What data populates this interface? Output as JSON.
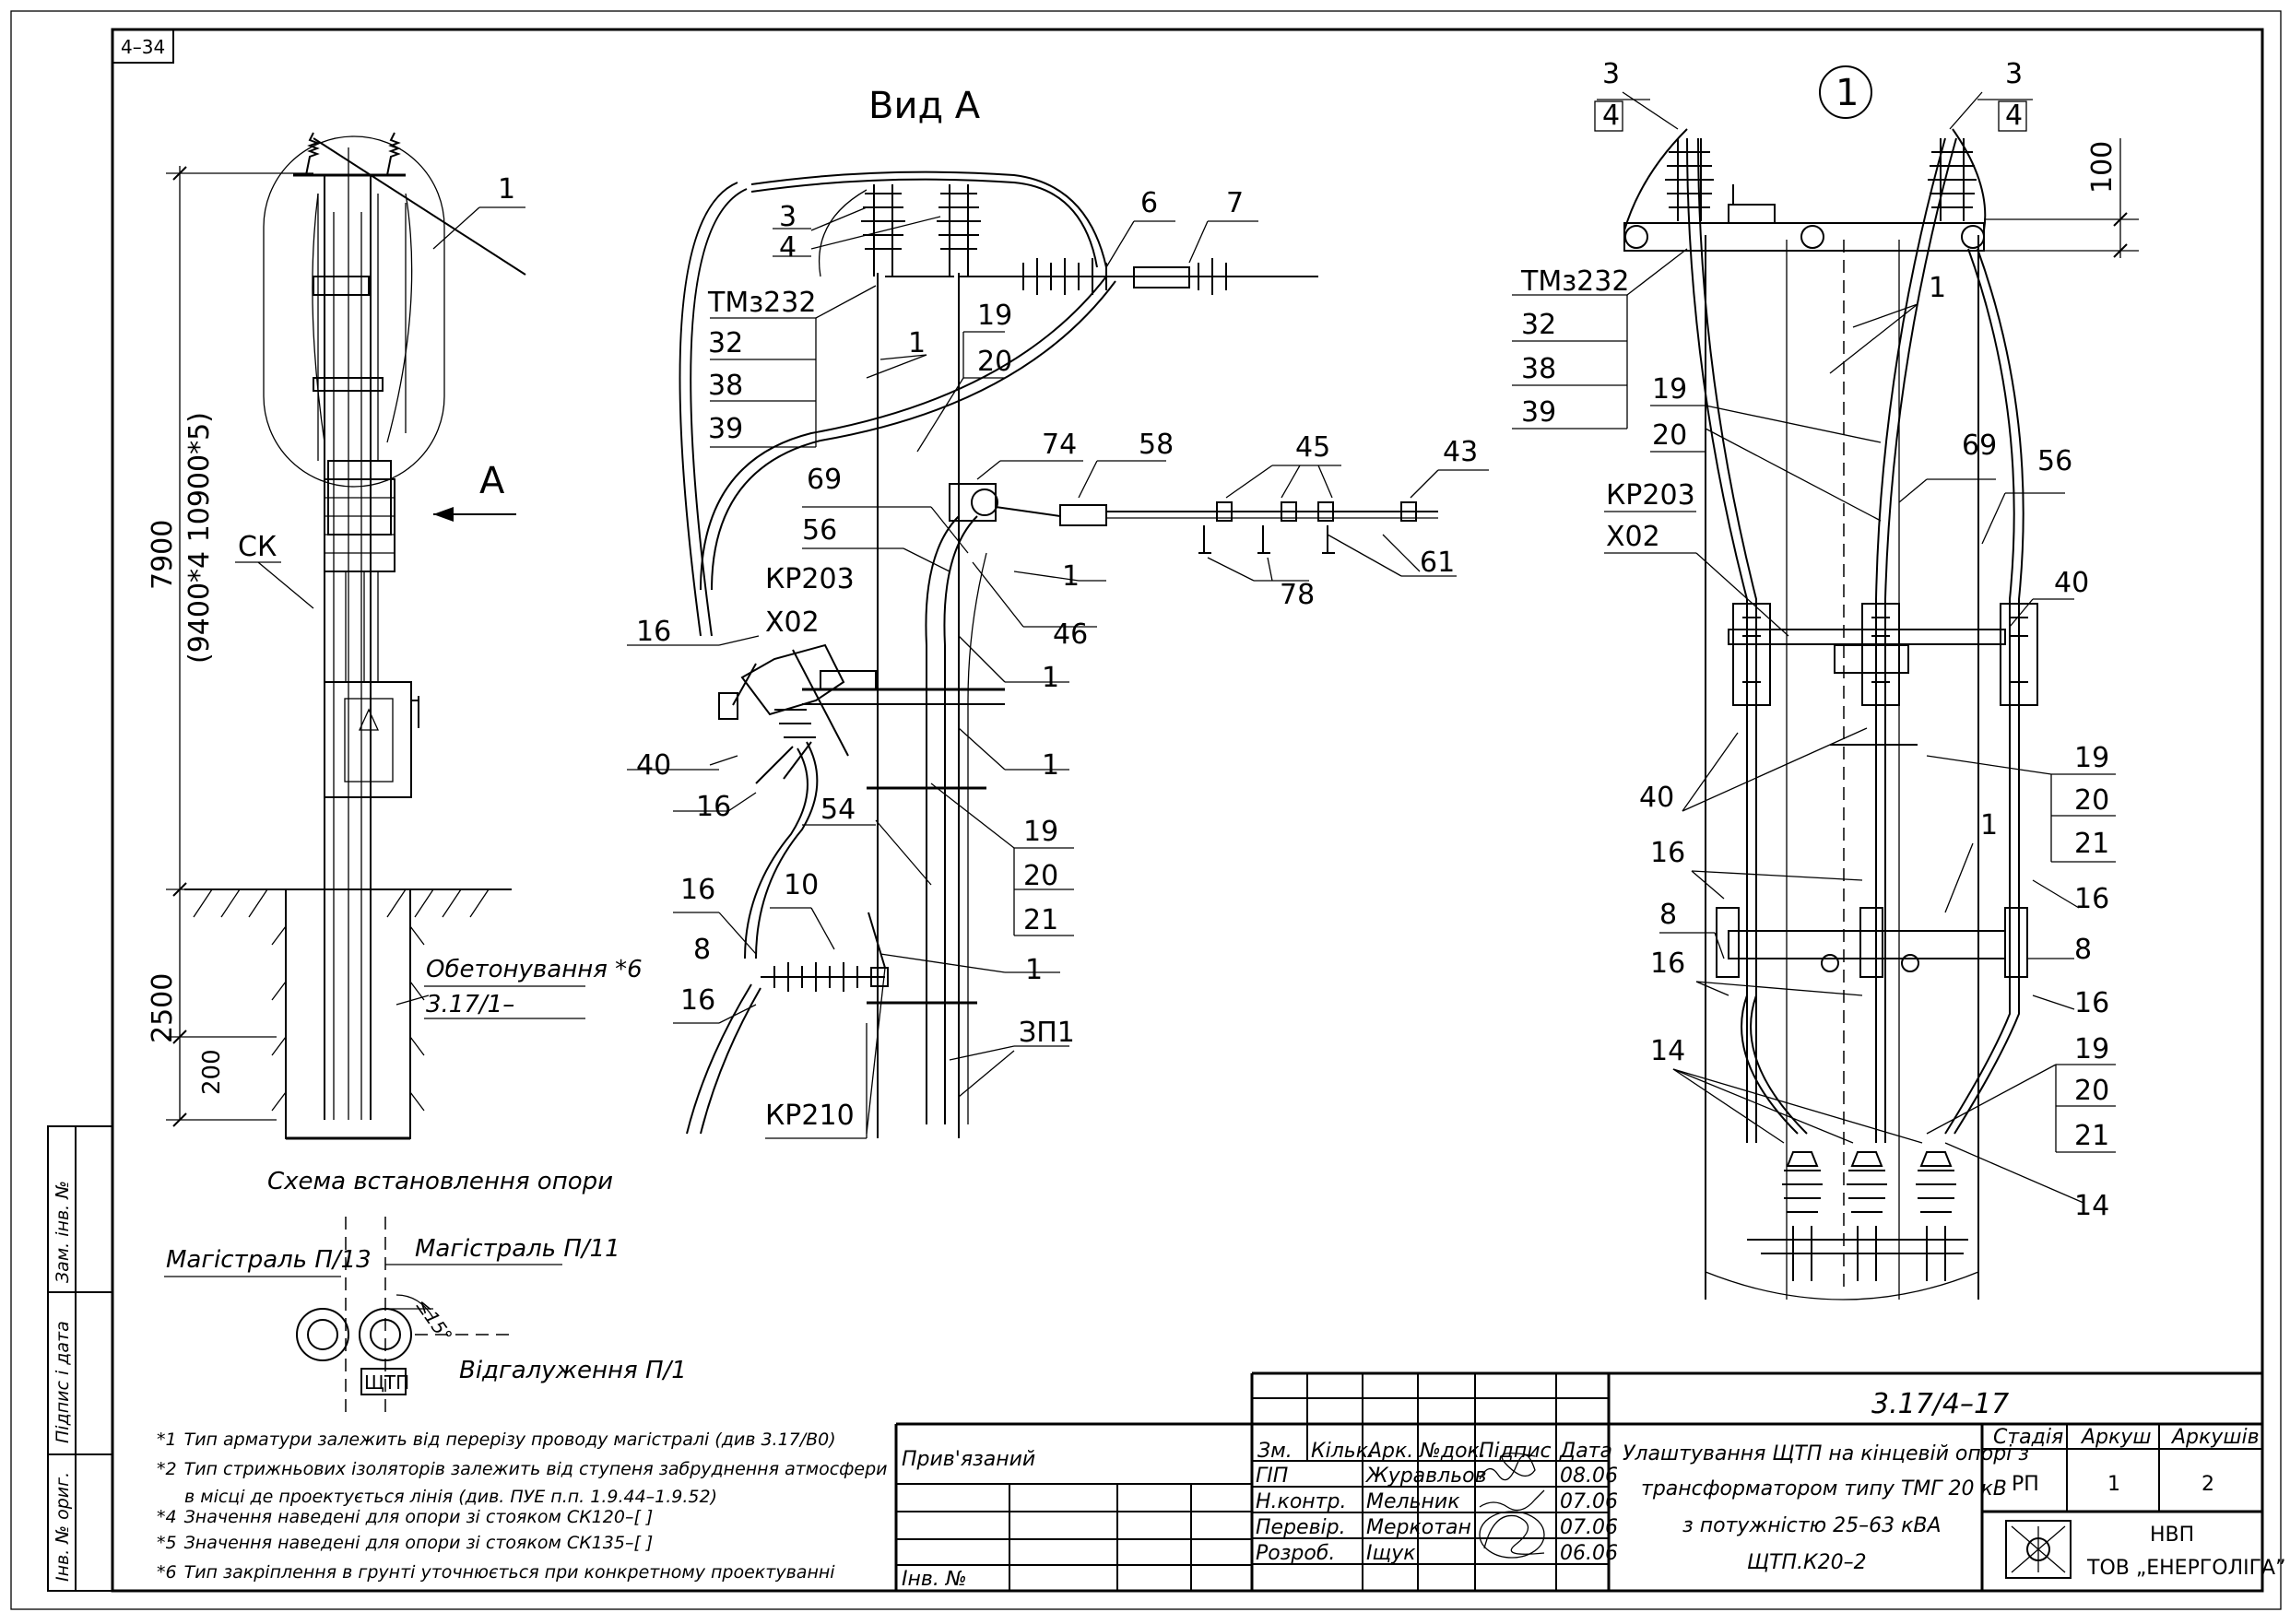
{
  "sheet": {
    "corner_code": "4–34",
    "view_title": "Вид А",
    "view_marker": "А",
    "detail_circle": "1"
  },
  "left_view": {
    "dim_total": "7900",
    "dim_alt": "(9400*4  10900*5)",
    "dim_depth": "2500",
    "dim_bottom": "200",
    "label_ck": "СК",
    "leader_1": "1",
    "concrete_label": "Обетонування *6",
    "concrete_ref": "3.17/1–",
    "scheme_title": "Схема встановлення опори",
    "mag_left": "Магістраль П/13",
    "mag_right": "Магістраль П/11",
    "branch": "Відгалуження П/1",
    "angle": "≤15°",
    "shtp": "ЩТП"
  },
  "middle_view": {
    "labels": [
      "3",
      "4",
      "6",
      "7",
      "ТМз232",
      "32",
      "38",
      "39",
      "1",
      "19",
      "20",
      "74",
      "58",
      "45",
      "43",
      "69",
      "56",
      "КР203",
      "Х02",
      "1",
      "46",
      "61",
      "78",
      "16",
      "1",
      "40",
      "16",
      "1",
      "54",
      "19",
      "20",
      "21",
      "16",
      "10",
      "8",
      "1",
      "16",
      "ЗП1",
      "КР210"
    ]
  },
  "right_view": {
    "labels": [
      "3",
      "4",
      "3",
      "4",
      "100",
      "ТМз232",
      "32",
      "38",
      "39",
      "1",
      "19",
      "20",
      "69",
      "56",
      "КР203",
      "Х02",
      "40",
      "40",
      "19",
      "20",
      "21",
      "16",
      "1",
      "16",
      "8",
      "8",
      "16",
      "16",
      "14",
      "19",
      "20",
      "21",
      "14"
    ]
  },
  "notes": [
    {
      "mark": "*1",
      "text": "Тип арматури залежить від перерізу проводу магістралі (див 3.17/В0)"
    },
    {
      "mark": "*2",
      "text": "Тип стрижньових ізоляторів залежить від ступеня забруднення атмосфери"
    },
    {
      "mark": "",
      "text": "в місці де проектується лінія (див. ПУЕ п.п. 1.9.44–1.9.52)"
    },
    {
      "mark": "*4",
      "text": "Значення наведені для опори зі стояком СК120–[  ]"
    },
    {
      "mark": "*5",
      "text": "Значення наведені для опори зі стояком СК135–[  ]"
    },
    {
      "mark": "*6",
      "text": "Тип закріплення в грунті уточнюється при конкретному проектуванні"
    }
  ],
  "side_stamp": {
    "inv_orig": "Інв. № ориг.",
    "sign_date": "Підпис і дата",
    "zam_inv": "Зам. інв. №"
  },
  "title_block": {
    "privyazaniy": "Прив'язаний",
    "inv_no": "Інв. №",
    "doc_code": "3.17/4–17",
    "headers": [
      "Зм.",
      "Кільк.",
      "Арк.",
      "№док.",
      "Підпис",
      "Дата"
    ],
    "roles": [
      {
        "role": "ГІП",
        "name": "Журавльов",
        "date": "08.06"
      },
      {
        "role": "Н.контр.",
        "name": "Мельник",
        "date": "07.06"
      },
      {
        "role": "Перевір.",
        "name": "Меркотан",
        "date": "07.06"
      },
      {
        "role": "Розроб.",
        "name": "Іщук",
        "date": "06.06"
      }
    ],
    "description": [
      "Улаштування ЩТП на кінцевій опорі з",
      "трансформатором типу ТМГ 20 кВ",
      "з потужністю 25–63 кВА",
      "ЩТП.К20–2"
    ],
    "stage_h": "Стадія",
    "sheet_h": "Аркуш",
    "sheets_h": "Аркушів",
    "stage": "РП",
    "sheet": "1",
    "sheets": "2",
    "company_1": "НВП",
    "company_2": "ТОВ „ЕНЕРГОЛІГА”"
  }
}
